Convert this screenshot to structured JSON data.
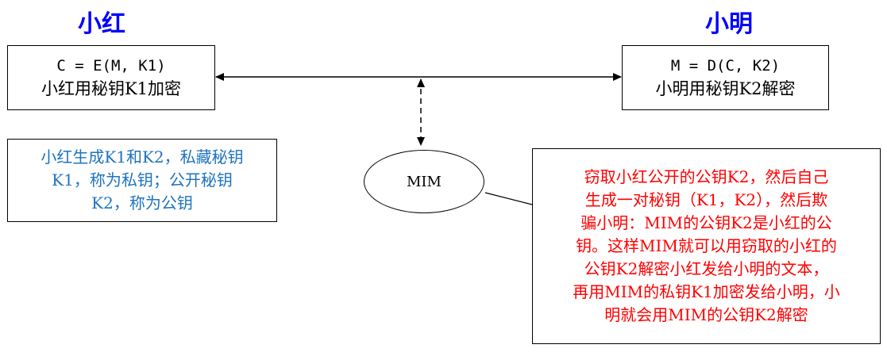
{
  "left_party": {
    "name": "小红",
    "box_lines": [
      "C = E(M, K1)",
      "小红用秘钥K1加密"
    ],
    "note_lines": [
      "小红生成K1和K2，私藏秘钥",
      "K1，称为私钥；公开秘钥",
      "K2，称为公钥"
    ]
  },
  "right_party": {
    "name": "小明",
    "box_lines": [
      "M = D(C, K2)",
      "小明用秘钥K2解密"
    ]
  },
  "attacker": {
    "label": "MIM",
    "note_lines": [
      "窃取小红公开的公钥K2，然后自己",
      "生成一对秘钥（K1，K2），然后欺",
      "骗小明：MIM的公钥K2是小红的公",
      "钥。这样MIM就可以用窃取的小红的",
      "公钥K2解密小红发给小明的文本，",
      "再用MIM的私钥K1加密发给小明，小",
      "明就会用MIM的公钥K2解密"
    ]
  },
  "colors": {
    "heading": "#0000ff",
    "blue_note": "#1e73be",
    "red_note": "#ff0000",
    "stroke": "#000000"
  }
}
